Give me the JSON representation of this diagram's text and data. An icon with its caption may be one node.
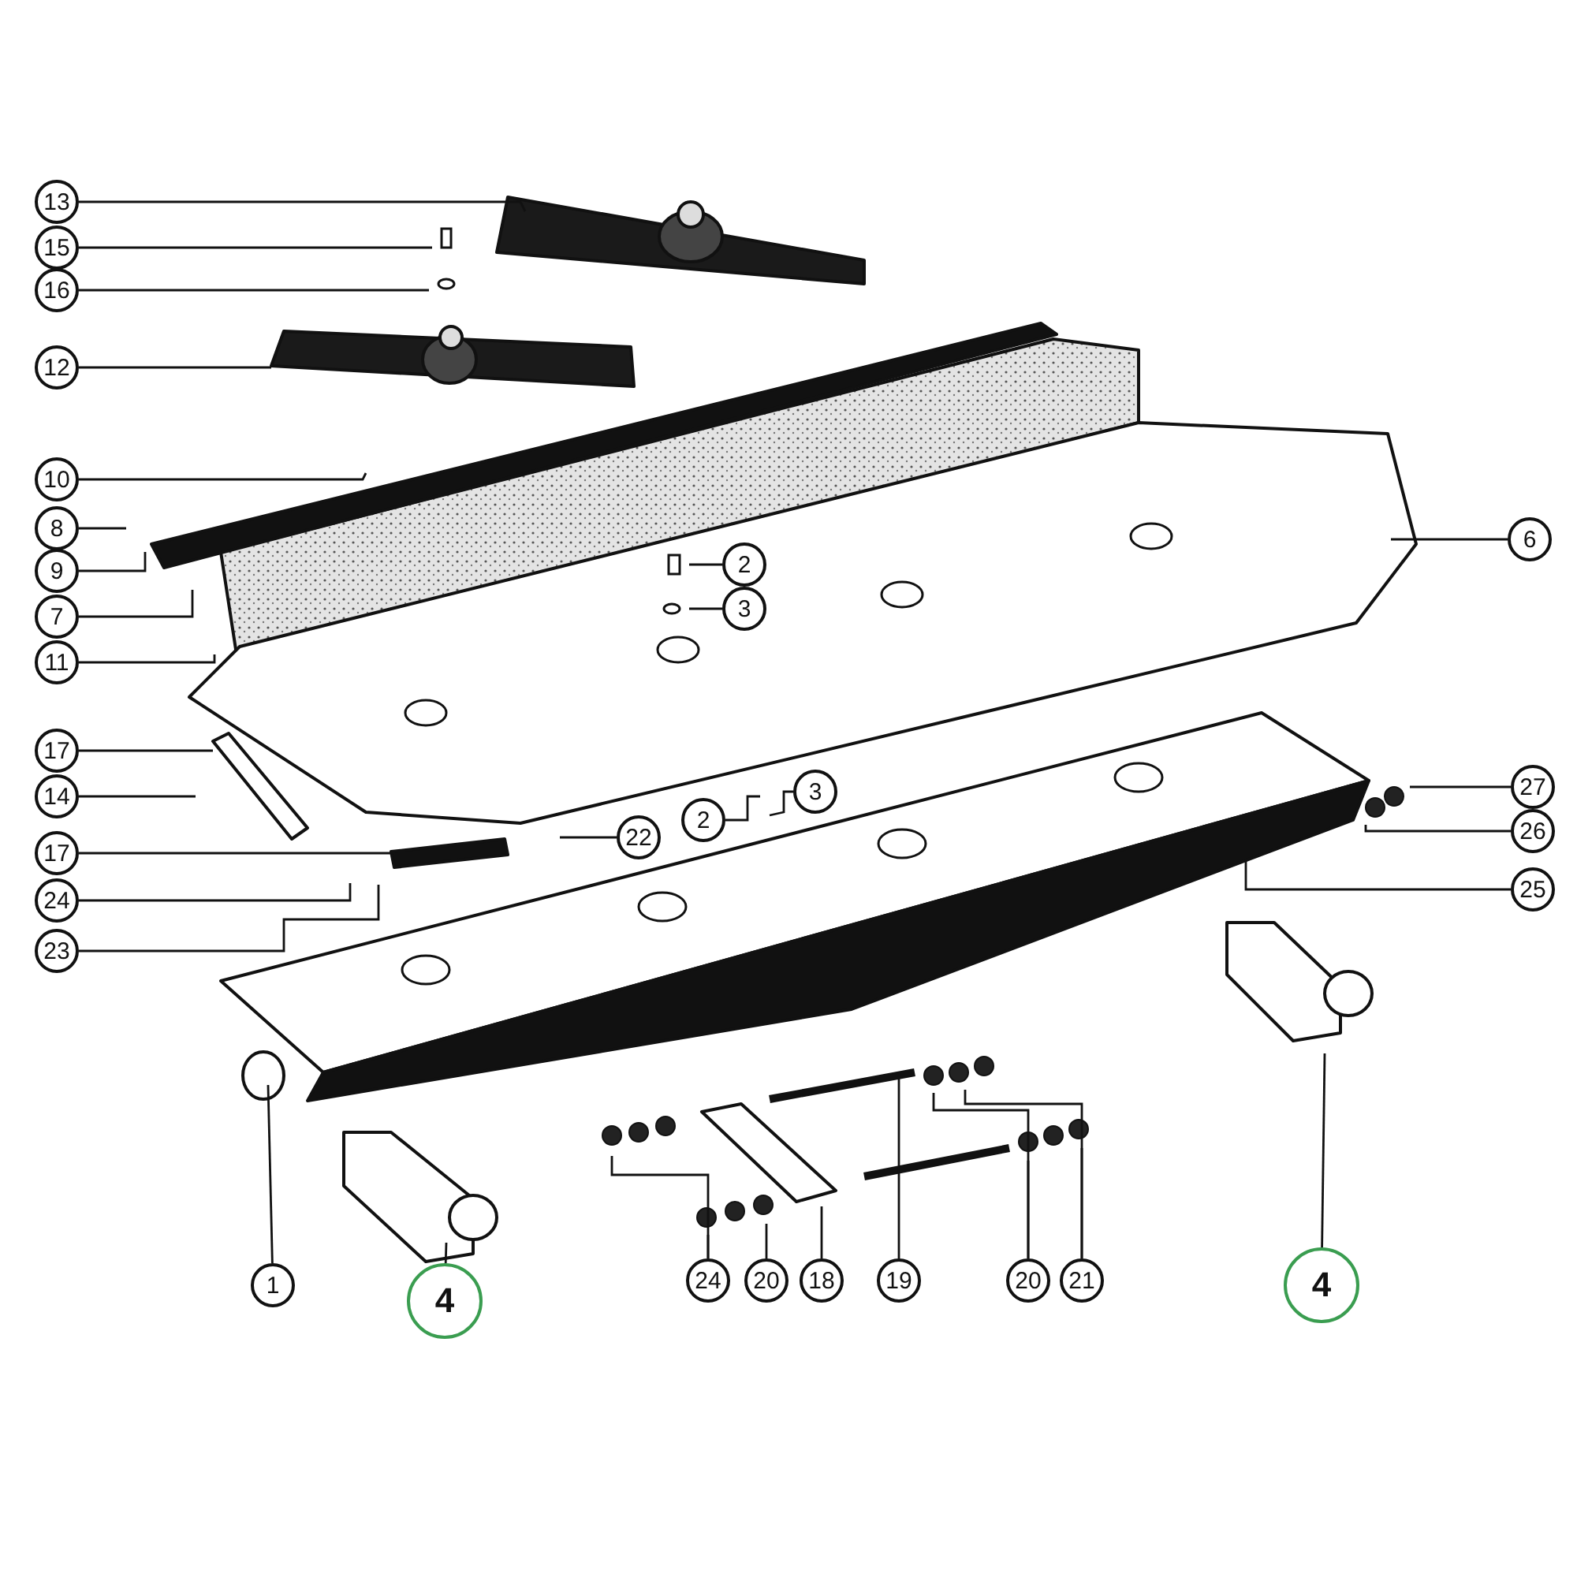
{
  "diagram": {
    "nodes": [
      {
        "text": [
          "13"
        ]
      },
      {
        "text": [
          "15"
        ]
      },
      {
        "text": [
          "16"
        ]
      },
      {
        "text": [
          "12"
        ]
      },
      {
        "text": [
          "10"
        ]
      },
      {
        "text": [
          "8"
        ]
      },
      {
        "text": [
          "9"
        ]
      },
      {
        "text": [
          "7"
        ]
      },
      {
        "text": [
          "11"
        ]
      },
      {
        "text": [
          "2"
        ]
      },
      {
        "text": [
          "3"
        ]
      },
      {
        "text": [
          "6"
        ]
      },
      {
        "text": [
          "17"
        ]
      },
      {
        "text": [
          "14"
        ]
      },
      {
        "text": [
          "2"
        ]
      },
      {
        "text": [
          "3"
        ]
      },
      {
        "text": [
          "27"
        ]
      },
      {
        "text": [
          "26"
        ]
      },
      {
        "text": [
          "22"
        ]
      },
      {
        "text": [
          "17"
        ]
      },
      {
        "text": [
          "24"
        ]
      },
      {
        "text": [
          "23"
        ]
      },
      {
        "text": [
          "25"
        ]
      },
      {
        "text": [
          "1"
        ]
      },
      {
        "text": [
          "4"
        ]
      },
      {
        "text": [
          "24"
        ]
      },
      {
        "text": [
          "20"
        ]
      },
      {
        "text": [
          "18"
        ]
      },
      {
        "text": [
          "19"
        ]
      },
      {
        "text": [
          "20"
        ]
      },
      {
        "text": [
          "21"
        ]
      },
      {
        "text": [
          "4"
        ]
      }
    ],
    "edges": [
      {
        "from": 0,
        "to": null,
        "arrow": "none"
      },
      {
        "from": 1,
        "to": null,
        "arrow": "none"
      },
      {
        "from": 2,
        "to": null,
        "arrow": "none"
      },
      {
        "from": 3,
        "to": null,
        "arrow": "none"
      },
      {
        "from": 4,
        "to": null,
        "arrow": "none"
      },
      {
        "from": 5,
        "to": null,
        "arrow": "none"
      },
      {
        "from": 6,
        "to": null,
        "arrow": "none"
      },
      {
        "from": 7,
        "to": null,
        "arrow": "none"
      },
      {
        "from": 8,
        "to": null,
        "arrow": "none"
      },
      {
        "from": 9,
        "to": null,
        "arrow": "none"
      },
      {
        "from": 10,
        "to": null,
        "arrow": "none"
      },
      {
        "from": 11,
        "to": null,
        "arrow": "none"
      },
      {
        "from": 12,
        "to": null,
        "arrow": "none"
      },
      {
        "from": 13,
        "to": null,
        "arrow": "none"
      },
      {
        "from": 14,
        "to": null,
        "arrow": "none"
      },
      {
        "from": 15,
        "to": null,
        "arrow": "none"
      },
      {
        "from": 16,
        "to": null,
        "arrow": "none"
      },
      {
        "from": 17,
        "to": null,
        "arrow": "none"
      },
      {
        "from": 18,
        "to": null,
        "arrow": "none"
      },
      {
        "from": 19,
        "to": null,
        "arrow": "none"
      },
      {
        "from": 20,
        "to": null,
        "arrow": "none"
      },
      {
        "from": 21,
        "to": null,
        "arrow": "none"
      },
      {
        "from": 22,
        "to": null,
        "arrow": "none"
      },
      {
        "from": 23,
        "to": null,
        "arrow": "none"
      },
      {
        "from": 24,
        "to": null,
        "arrow": "none"
      },
      {
        "from": 25,
        "to": null,
        "arrow": "none"
      },
      {
        "from": 25,
        "to": null,
        "arrow": "none"
      },
      {
        "from": 26,
        "to": null,
        "arrow": "none"
      },
      {
        "from": 27,
        "to": null,
        "arrow": "none"
      },
      {
        "from": 28,
        "to": null,
        "arrow": "none"
      },
      {
        "from": 29,
        "to": null,
        "arrow": "none"
      },
      {
        "from": 29,
        "to": null,
        "arrow": "none"
      },
      {
        "from": 30,
        "to": null,
        "arrow": "none"
      },
      {
        "from": 30,
        "to": null,
        "arrow": "none"
      },
      {
        "from": 31,
        "to": null,
        "arrow": "none"
      }
    ]
  }
}
